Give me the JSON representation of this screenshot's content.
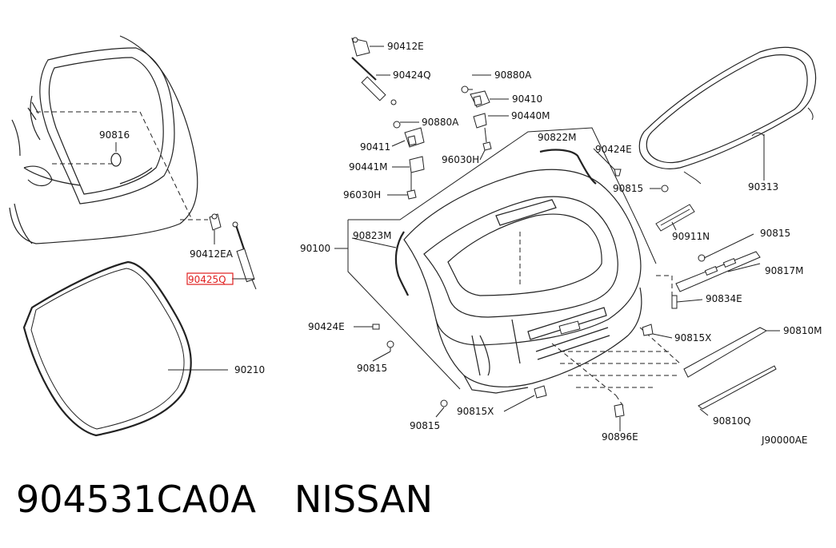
{
  "footer": {
    "part_number": "904531CA0A",
    "brand": "NISSAN"
  },
  "diagram_code": "J90000AE",
  "highlight_color": "#e02020",
  "labels": {
    "p90816": "90816",
    "p90412EA": "90412EA",
    "p90425Q": "90425Q",
    "p90210": "90210",
    "p90412E": "90412E",
    "p90424Q": "90424Q",
    "p90880A_top": "90880A",
    "p90410": "90410",
    "p90880A_mid": "90880A",
    "p90440M": "90440M",
    "p90411": "90411",
    "p90441M": "90441M",
    "p96030H_left": "96030H",
    "p96030H_mid": "96030H",
    "p90822M": "90822M",
    "p90424E_top": "90424E",
    "p90815_a": "90815",
    "p90313": "90313",
    "p90911N": "90911N",
    "p90815_b": "90815",
    "p90817M": "90817M",
    "p90834E": "90834E",
    "p90100": "90100",
    "p90823M": "90823M",
    "p90424E_left": "90424E",
    "p90815_c": "90815",
    "p90815X_right": "90815X",
    "p90810M": "90810M",
    "p90815X_bottom": "90815X",
    "p90815_d": "90815",
    "p90896E": "90896E",
    "p90810Q": "90810Q"
  }
}
